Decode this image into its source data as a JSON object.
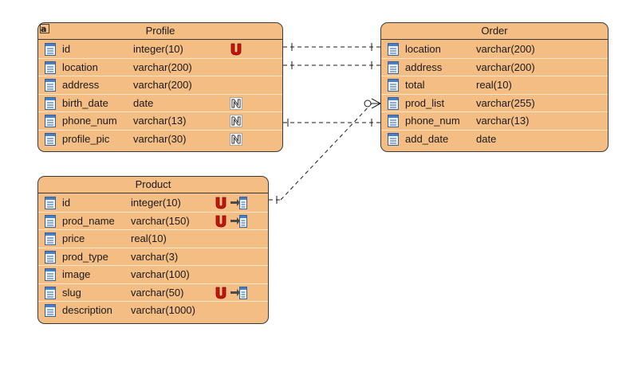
{
  "entities": {
    "profile": {
      "title": "Profile",
      "columns": [
        {
          "name": "id",
          "type": "integer(10)",
          "badge": "U"
        },
        {
          "name": "location",
          "type": "varchar(200)",
          "badge": ""
        },
        {
          "name": "address",
          "type": "varchar(200)",
          "badge": ""
        },
        {
          "name": "birth_date",
          "type": "date",
          "badge": "N"
        },
        {
          "name": "phone_num",
          "type": "varchar(13)",
          "badge": "N"
        },
        {
          "name": "profile_pic",
          "type": "varchar(30)",
          "badge": "N"
        }
      ]
    },
    "order": {
      "title": "Order",
      "columns": [
        {
          "name": "location",
          "type": "varchar(200)",
          "badge": ""
        },
        {
          "name": "address",
          "type": "varchar(200)",
          "badge": ""
        },
        {
          "name": "total",
          "type": "real(10)",
          "badge": ""
        },
        {
          "name": "prod_list",
          "type": "varchar(255)",
          "badge": ""
        },
        {
          "name": "phone_num",
          "type": "varchar(13)",
          "badge": ""
        },
        {
          "name": "add_date",
          "type": "date",
          "badge": ""
        }
      ]
    },
    "product": {
      "title": "Product",
      "columns": [
        {
          "name": "id",
          "type": "integer(10)",
          "badge": "U",
          "fk": true
        },
        {
          "name": "prod_name",
          "type": "varchar(150)",
          "badge": "U",
          "fk": true
        },
        {
          "name": "price",
          "type": "real(10)",
          "badge": ""
        },
        {
          "name": "prod_type",
          "type": "varchar(3)",
          "badge": ""
        },
        {
          "name": "image",
          "type": "varchar(100)",
          "badge": ""
        },
        {
          "name": "slug",
          "type": "varchar(50)",
          "badge": "U",
          "fk": true
        },
        {
          "name": "description",
          "type": "varchar(1000)",
          "badge": ""
        }
      ]
    }
  },
  "relationships": [
    {
      "from": "Profile.id",
      "to": "Order.location",
      "from_end": "one",
      "to_end": "one"
    },
    {
      "from": "Profile.location",
      "to": "Order.address",
      "from_end": "one",
      "to_end": "one"
    },
    {
      "from": "Profile.phone_num",
      "to": "Order.phone_num",
      "from_end": "one",
      "to_end": "one"
    },
    {
      "from": "Product.id",
      "to": "Order.prod_list",
      "from_end": "one",
      "to_end": "zero-or-many"
    }
  ],
  "icons": {
    "column": "column-icon",
    "unique": "unique-key-icon",
    "nullable": "nullable-icon",
    "foreign_key": "foreign-key-icon",
    "corner": "entity-corner-icon"
  },
  "colors": {
    "entity_fill": "#f3bd84",
    "border": "#3a3a3a",
    "row_separator": "#fbe5c8",
    "unique_badge": "#c8140a",
    "column_icon": "#4a7fc4"
  }
}
